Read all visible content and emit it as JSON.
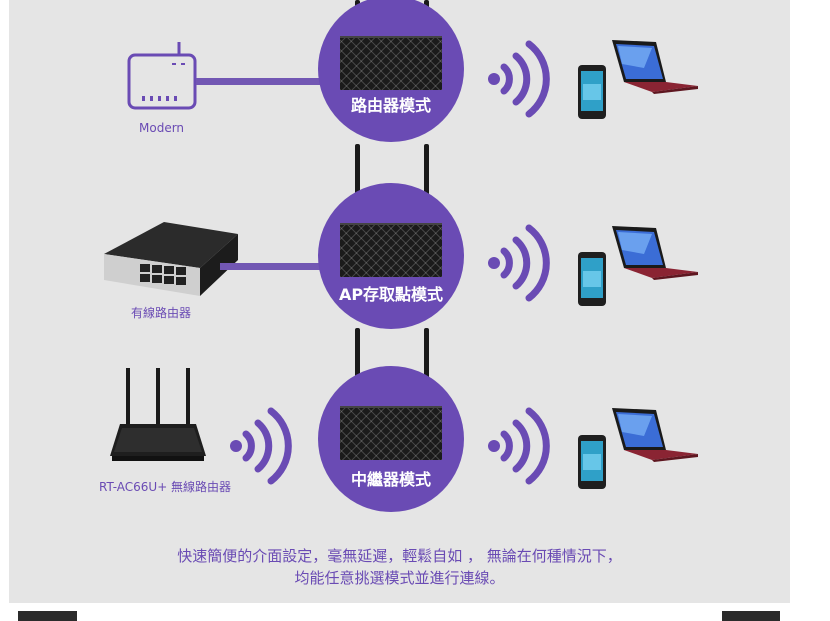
{
  "modes": [
    {
      "label": "路由器模式"
    },
    {
      "label": "AP存取點模式"
    },
    {
      "label": "中繼器模式"
    }
  ],
  "devices": {
    "modem_label": "Modern",
    "wired_router_label": "有線路由器",
    "wireless_router_label": "RT-AC66U+ 無線路由器"
  },
  "caption": {
    "line1": "快速簡便的介面設定，毫無延遲，輕鬆自如 ， 無論在何種情況下，",
    "line2": "均能任意挑選模式並進行連線。"
  },
  "colors": {
    "accent": "#6a4bb4",
    "panel": "#e5e5e5"
  },
  "icons": [
    "modem-icon",
    "switch-icon",
    "router-icon",
    "wifi-icon",
    "phone-icon",
    "laptop-icon"
  ]
}
